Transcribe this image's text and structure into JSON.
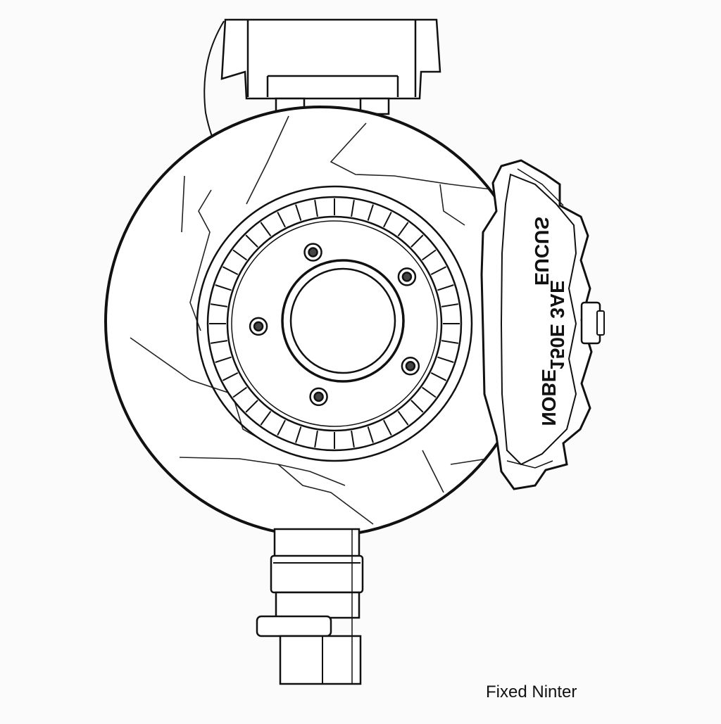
{
  "caption": "Fixed Ninter",
  "caliper": {
    "markings": [
      "EUCUS",
      "150E 3AE",
      "NOBE"
    ]
  },
  "rotor": {
    "lug_count": 5,
    "vent_slot_count": 40
  },
  "colors": {
    "background": "#fbfbfb",
    "ink": "#111111",
    "paper": "#ffffff"
  }
}
